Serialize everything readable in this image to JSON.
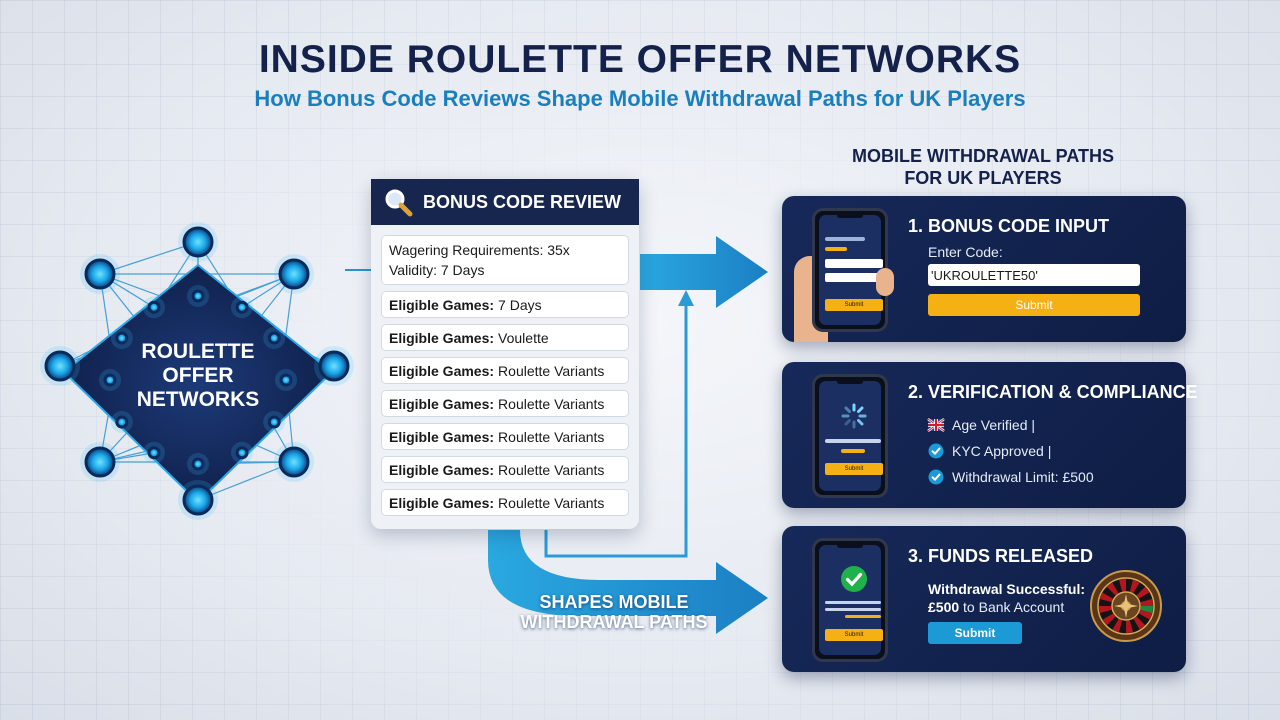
{
  "header": {
    "title": "INSIDE ROULETTE OFFER NETWORKS",
    "subtitle": "How Bonus Code Reviews Shape Mobile Withdrawal Paths for UK Players"
  },
  "network": {
    "label_lines": [
      "ROULETTE",
      "OFFER",
      "NETWORKS"
    ]
  },
  "review": {
    "title": "BONUS CODE REVIEW",
    "rows": [
      {
        "key": "Wagering Requirements:",
        "value": "35x",
        "key2": "Validity:",
        "value2": "7 Days"
      },
      {
        "key": "Eligible Games:",
        "value": "7 Days"
      },
      {
        "key": "Eligible Games:",
        "value": "Voulette"
      },
      {
        "key": "Eligible Games:",
        "value": "Roulette Variants"
      },
      {
        "key": "Eligible Games:",
        "value": "Roulette Variants"
      },
      {
        "key": "Eligible Games:",
        "value": "Roulette Variants"
      },
      {
        "key": "Eligible Games:",
        "value": "Roulette Variants"
      },
      {
        "key": "Eligible Games:",
        "value": "Roulette Variants"
      }
    ]
  },
  "paths": {
    "title_line1": "MOBILE WITHDRAWAL PATHS",
    "title_line2": "FOR UK PLAYERS",
    "shapes_line1": "SHAPES MOBILE",
    "shapes_line2": "WITHDRAWAL PATHS"
  },
  "steps": {
    "input": {
      "title": "1. BONUS CODE INPUT",
      "code_label": "Enter Code:",
      "code_value": "'UKROULETTE50'",
      "submit_label": "Submit",
      "phone_button": "Submit"
    },
    "verify": {
      "title": "2. VERIFICATION & COMPLIANCE",
      "items": [
        "Age Verified |",
        "KYC Approved |",
        "Withdrawal Limit: £500"
      ],
      "phone_button": "Submit"
    },
    "funds": {
      "title": "3. FUNDS RELEASED",
      "line1": "Withdrawal Successful:",
      "amount": "£500",
      "line2_rest": "to Bank Account",
      "submit_label": "Submit",
      "phone_button": "Submit"
    }
  },
  "colors": {
    "navy": "#14214b",
    "accent_blue": "#1a7fbe",
    "arrow_blue": "#1b9ad6",
    "card_navy": "#17295a",
    "gold": "#f5b014"
  }
}
